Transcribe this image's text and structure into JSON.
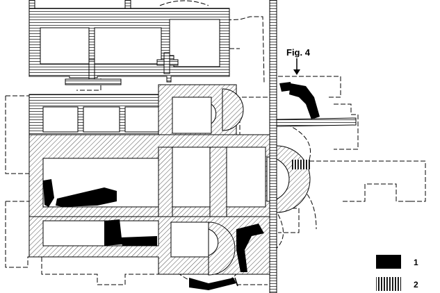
{
  "figure_ref": "Fig. 4",
  "legend": [
    {
      "key": "1",
      "symbol": "solid-black"
    },
    {
      "key": "2",
      "symbol": "vertical-hatch"
    }
  ],
  "colors": {
    "ink": "#000000",
    "paper": "#ffffff"
  }
}
